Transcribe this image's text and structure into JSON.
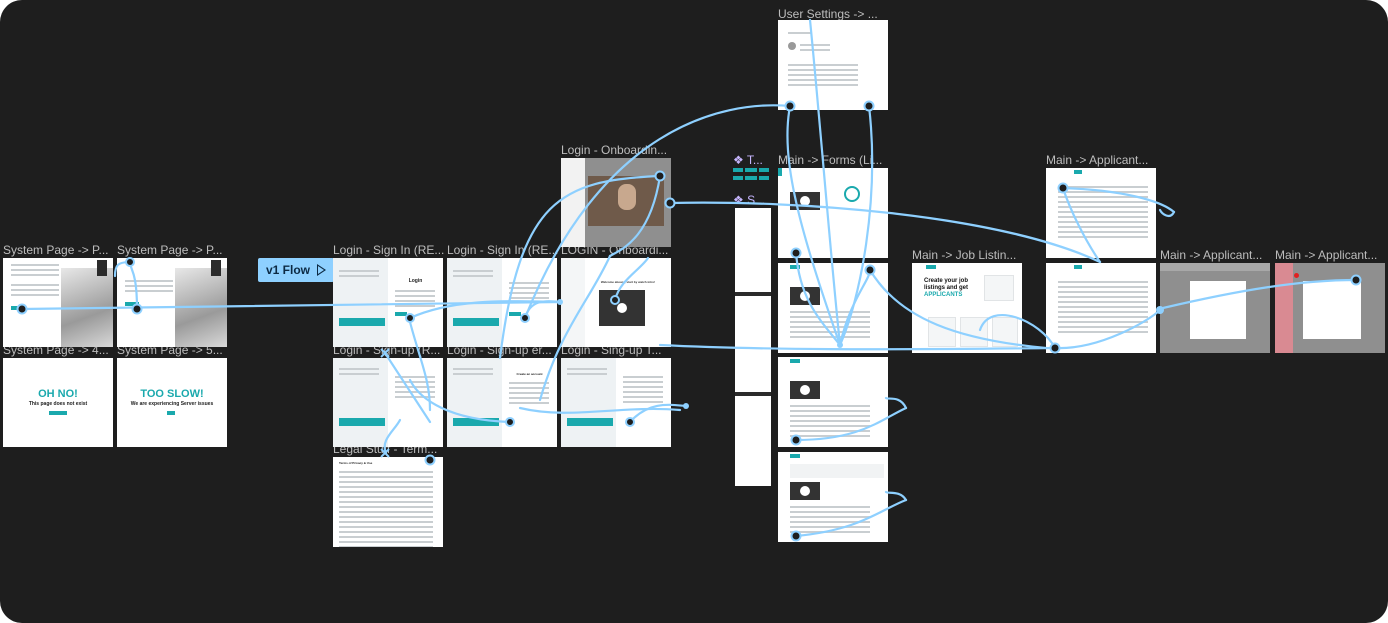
{
  "canvas": {
    "background": "#1e1e1e",
    "wire_color": "#8ed0ff"
  },
  "flow_start": {
    "label": "v1 Flow"
  },
  "labels": {
    "user_settings": "User Settings -> ...",
    "login_onboarding_top": "Login - Onboardin...",
    "t_component": "T...",
    "s_component": "S...",
    "main_forms": "Main -> Forms (Li...",
    "main_applicant_top": "Main -> Applicant...",
    "system_page_1": "System Page -> P...",
    "system_page_2": "System Page -> P...",
    "login_signin_1": "Login - Sign In (RE...",
    "login_signin_2": "Login - Sign In (RE...",
    "login_onboarding_2": "LOGIN - Onboardi...",
    "main_job_listing": "Main -> Job Listin...",
    "main_applicant_2": "Main -> Applicant...",
    "main_applicant_3": "Main -> Applicant...",
    "system_page_404": "System Page -> 4...",
    "system_page_503": "System Page -> 5...",
    "login_signup_1": "Login - Sign-up (R...",
    "login_signup_2": "Login - Sign-up er...",
    "login_signup_3": "Login - Sing-up T...",
    "legal_stuff": "Legal Stuff - Term..."
  },
  "frames": {
    "oh_no_title": "OH NO!",
    "oh_no_sub": "This page does not exist",
    "too_slow_title": "TOO SLOW!",
    "too_slow_sub": "We are experiencing Server issues",
    "job_listing_head_1": "Create your job",
    "job_listing_head_2": "listings and get",
    "job_listing_head_3": "APPLICANTS",
    "login_title": "Login",
    "signup_title": "Create an account",
    "legal_title": "Terms of Privacy & Use",
    "onboarding_heading": "Welcome aboard, start by watch intro!"
  },
  "icons": {
    "component_t": "component-diamond-icon",
    "component_s": "component-diamond-icon",
    "play": "play-triangle-icon"
  }
}
